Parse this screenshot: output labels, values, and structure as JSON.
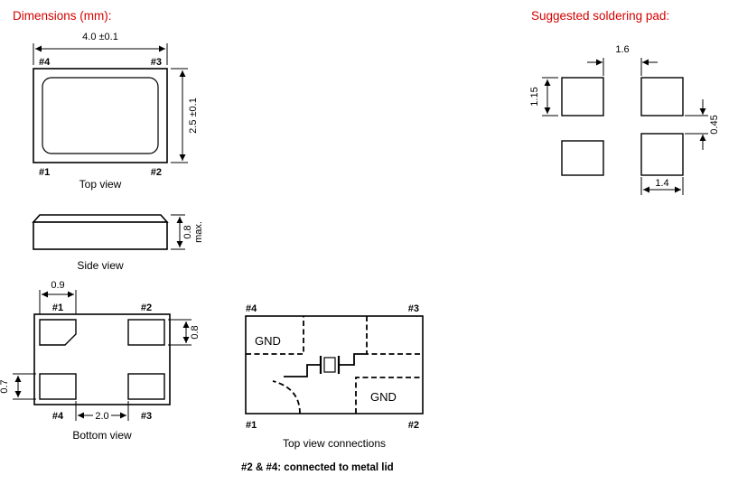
{
  "colors": {
    "accent_red": "#d40000",
    "line": "#000000",
    "background": "#ffffff"
  },
  "headers": {
    "dimensions": "Dimensions (mm):",
    "soldering": "Suggested soldering pad:"
  },
  "top_view": {
    "caption": "Top view",
    "width_dim": "4.0 ±0.1",
    "height_dim": "2.5 ±0.1",
    "pins": {
      "top_left": "#4",
      "top_right": "#3",
      "bottom_left": "#1",
      "bottom_right": "#2"
    }
  },
  "side_view": {
    "caption": "Side view",
    "height_dim": "0.8",
    "height_qualifier": "max."
  },
  "bottom_view": {
    "caption": "Bottom view",
    "pad_width_dim": "0.9",
    "right_pad_height_dim": "0.8",
    "left_pad_height_dim": "0.7",
    "pad_spacing_dim": "2.0",
    "pins": {
      "top_left": "#1",
      "top_right": "#2",
      "bottom_left": "#4",
      "bottom_right": "#3"
    }
  },
  "connections_view": {
    "caption": "Top view connections",
    "gnd_top_left": "GND",
    "gnd_bottom_right": "GND",
    "pins": {
      "top_left": "#4",
      "top_right": "#3",
      "bottom_left": "#1",
      "bottom_right": "#2"
    }
  },
  "note": "#2 & #4: connected to metal lid",
  "soldering_pad": {
    "horizontal_gap_dim": "1.6",
    "pad_height_dim": "1.15",
    "vertical_gap_dim": "0.45",
    "pad_width_dim": "1.4"
  }
}
